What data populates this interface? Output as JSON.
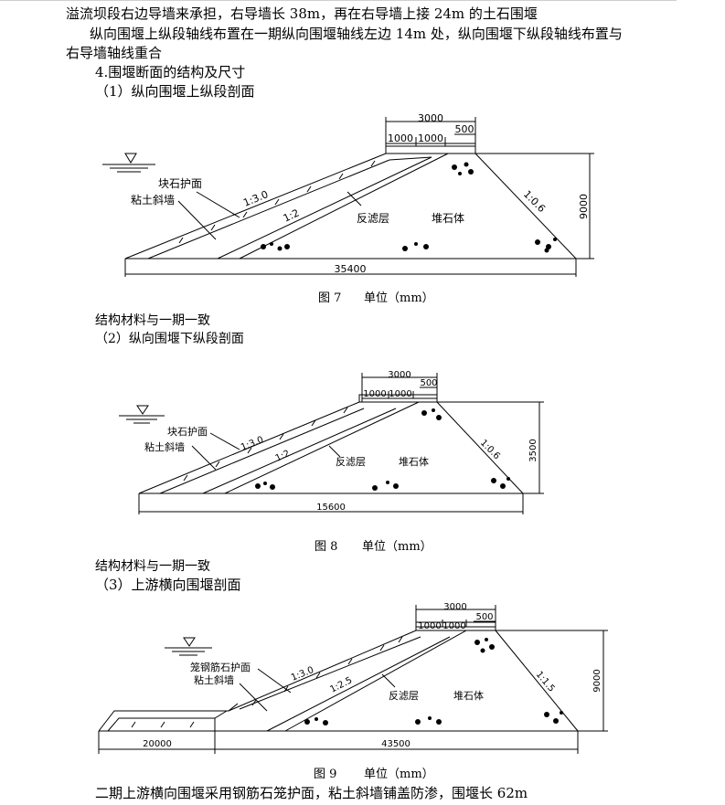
{
  "text": {
    "line1": "溢流坝段右边导墙来承担，右导墙长 38m，再在右导墙上接 24m 的土石围堰",
    "line2": "纵向围堰上纵段轴线布置在一期纵向围堰轴线左边 14m 处，纵向围堰下纵段轴线布置与",
    "line3": "右导墙轴线重合",
    "heading4": "4.围堰断面的结构及尺寸",
    "sub1": "（1）纵向围堰上纵段剖面",
    "material1": "结构材料与一期一致",
    "sub2": "（2）纵向围堰下纵段剖面",
    "material2": "结构材料与一期一致",
    "sub3": "（3）上游横向围堰剖面",
    "last": "二期上游横向围堰采用钢筋石笼护面，粘土斜墙铺盖防渗，围堰长 62m"
  },
  "fig7": {
    "caption_fig": "图 7",
    "caption_unit": "单位（mm）",
    "top_width": "3000",
    "seg1": "1000",
    "seg2": "1000",
    "seg3": "500",
    "height": "9000",
    "base": "35400",
    "slope_up": "1:3.0",
    "slope_mid": "1:2",
    "slope_down": "1:0.6",
    "label_armor": "块石护面",
    "label_clay": "粘土斜墙",
    "label_filter": "反滤层",
    "label_rock": "堆石体"
  },
  "fig8": {
    "caption_fig": "图 8",
    "caption_unit": "单位（mm）",
    "top_width": "3000",
    "seg1": "1000",
    "seg2": "1000",
    "seg3": "500",
    "height": "3500",
    "base": "15600",
    "slope_up": "1:3.0",
    "slope_mid": "1:2",
    "slope_down": "1:0.6",
    "label_armor": "块石护面",
    "label_clay": "粘土斜墙",
    "label_filter": "反滤层",
    "label_rock": "堆石体"
  },
  "fig9": {
    "caption_fig": "图 9",
    "caption_unit": "单位（mm）",
    "top_width": "3000",
    "seg1": "1000",
    "seg2": "1000",
    "seg3": "500",
    "height": "9000",
    "base_left": "20000",
    "base_right": "43500",
    "slope_up": "1:3.0",
    "slope_mid": "1:2.5",
    "slope_down": "1:1.5",
    "label_armor": "笼钢筋石护面",
    "label_clay": "粘土斜墙",
    "label_filter": "反滤层",
    "label_rock": "堆石体"
  }
}
